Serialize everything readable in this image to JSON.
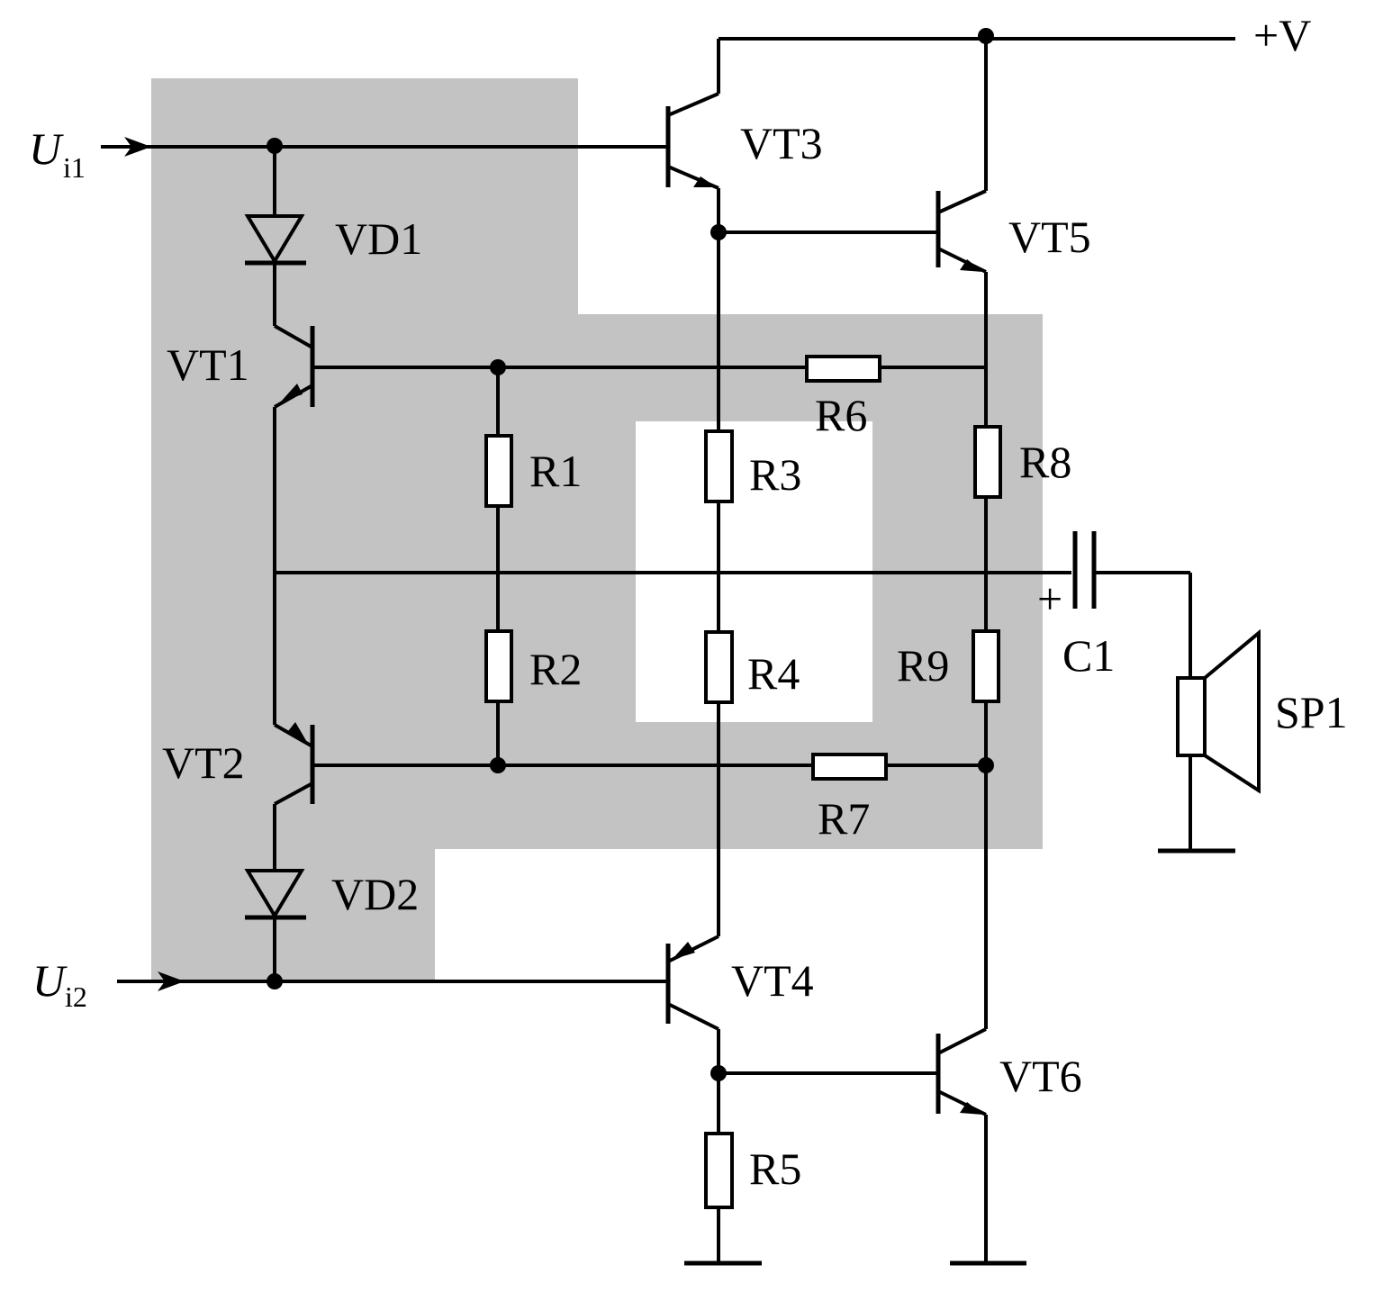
{
  "labels": {
    "supply": "+V",
    "input1_main": "U",
    "input1_sub": "i1",
    "input2_main": "U",
    "input2_sub": "i2",
    "vd1": "VD1",
    "vd2": "VD2",
    "vt1": "VT1",
    "vt2": "VT2",
    "vt3": "VT3",
    "vt4": "VT4",
    "vt5": "VT5",
    "vt6": "VT6",
    "r1": "R1",
    "r2": "R2",
    "r3": "R3",
    "r4": "R4",
    "r5": "R5",
    "r6": "R6",
    "r7": "R7",
    "r8": "R8",
    "r9": "R9",
    "c1": "C1",
    "c1_polarity": "+",
    "sp1": "SP1"
  },
  "colors": {
    "wire": "#000000",
    "highlight": "#c3c3c3",
    "background": "#ffffff"
  }
}
